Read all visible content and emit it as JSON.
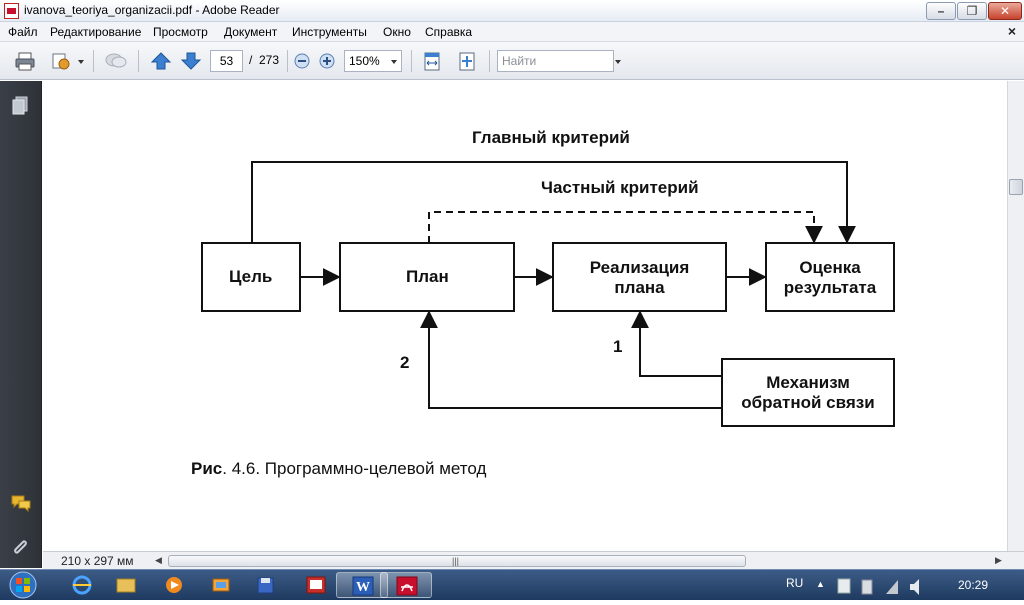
{
  "window": {
    "title": "ivanova_teoriya_organizacii.pdf - Adobe Reader"
  },
  "menubar": {
    "items": [
      "Файл",
      "Редактирование",
      "Просмотр",
      "Документ",
      "Инструменты",
      "Окно",
      "Справка"
    ]
  },
  "toolbar": {
    "current_page": "53",
    "page_separator": "/",
    "total_pages": "273",
    "zoom": "150%",
    "search_placeholder": "Найти"
  },
  "figure": {
    "main_criterion": "Главный критерий",
    "partial_criterion": "Частный критерий",
    "box_goal": "Цель",
    "box_plan": "План",
    "box_realization_1": "Реализация",
    "box_realization_2": "плана",
    "box_evaluation_1": "Оценка",
    "box_evaluation_2": "результата",
    "box_feedback_1": "Механизм",
    "box_feedback_2": "обратной связи",
    "loop_1": "1",
    "loop_2": "2",
    "caption_prefix": "Рис",
    "caption_rest": ". 4.6. Программно-целевой метод"
  },
  "statusbar": {
    "page_size": "210 x 297 мм"
  },
  "taskbar": {
    "language": "RU",
    "clock": "20:29"
  },
  "colors": {
    "taskbar": "#1f3a60",
    "leftnav": "#2e3238",
    "accent_red": "#c8102e"
  }
}
